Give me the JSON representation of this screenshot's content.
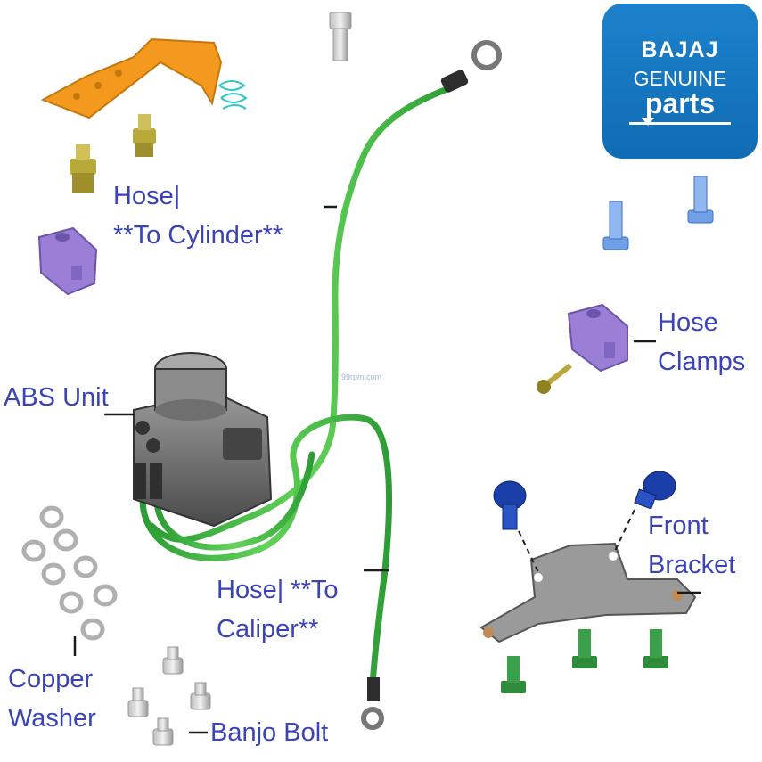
{
  "logo": {
    "brand": "BAJAJ",
    "line1": "GENUINE",
    "line2": "parts"
  },
  "watermark": "99rpm.com",
  "labels": {
    "hose_cylinder_1": "Hose|",
    "hose_cylinder_2": "**To Cylinder**",
    "abs_unit": "ABS Unit",
    "hose_clamps_1": "Hose",
    "hose_clamps_2": "Clamps",
    "front_bracket_1": "Front",
    "front_bracket_2": "Bracket",
    "hose_caliper_1": "Hose| **To",
    "hose_caliper_2": "Caliper**",
    "copper_washer_1": "Copper",
    "copper_washer_2": "Washer",
    "banjo_bolt": "Banjo Bolt"
  },
  "colors": {
    "label_text": "#3a43b8",
    "hose_green": "#3fb83f",
    "bracket_orange": "#f39a1e",
    "clamp_purple": "#9b7fd6",
    "bolt_blue": "#6fa0e6",
    "bolt_dark_blue": "#1b3fa8",
    "bolt_green": "#2f8a3a",
    "bolt_brass": "#b9a83a",
    "bracket_grey": "#8f8f8f",
    "abs_grey": "#6b6b6b",
    "logo_blue": "#1479c4"
  }
}
